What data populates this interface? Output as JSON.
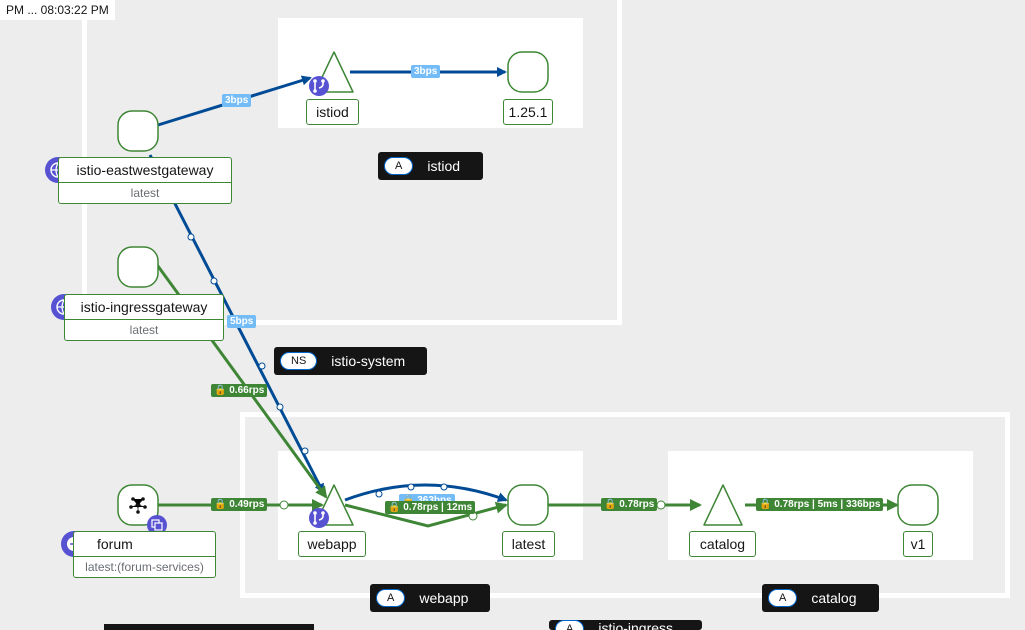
{
  "timestamp": "PM ... 08:03:22 PM",
  "boxes": {
    "istiod_app": "istiod",
    "istio_system_ns": "istio-system",
    "webapp_app": "webapp",
    "catalog_app": "catalog",
    "app_badge": "A",
    "ns_badge": "NS",
    "partial_label": "istio-ingress..."
  },
  "nodes": {
    "istiod": "istiod",
    "istiod_version": "1.25.1",
    "eastwest": "istio-eastwestgateway",
    "eastwest_version": "latest",
    "ingress": "istio-ingressgateway",
    "ingress_version": "latest",
    "webapp": "webapp",
    "webapp_latest": "latest",
    "catalog": "catalog",
    "catalog_v1": "v1",
    "forum": "forum",
    "forum_version": "latest:(forum-services)"
  },
  "edges": {
    "ew_to_istiod": "3bps",
    "istiod_to_version": "3bps",
    "ew_to_webapp": "5bps",
    "ingress_to_webapp": "0.66rps",
    "forum_to_webapp": "0.49rps",
    "webapp_to_latest_blue": "363bps",
    "webapp_to_latest_green": "0.78rps | 12ms",
    "latest_to_catalog": "0.78rps",
    "catalog_to_v1": "0.78rps | 5ms | 336bps"
  },
  "colors": {
    "green": "#3e8635",
    "blue": "#004b95",
    "label_blue": "#73bcf7",
    "purple": "#5752d1"
  }
}
